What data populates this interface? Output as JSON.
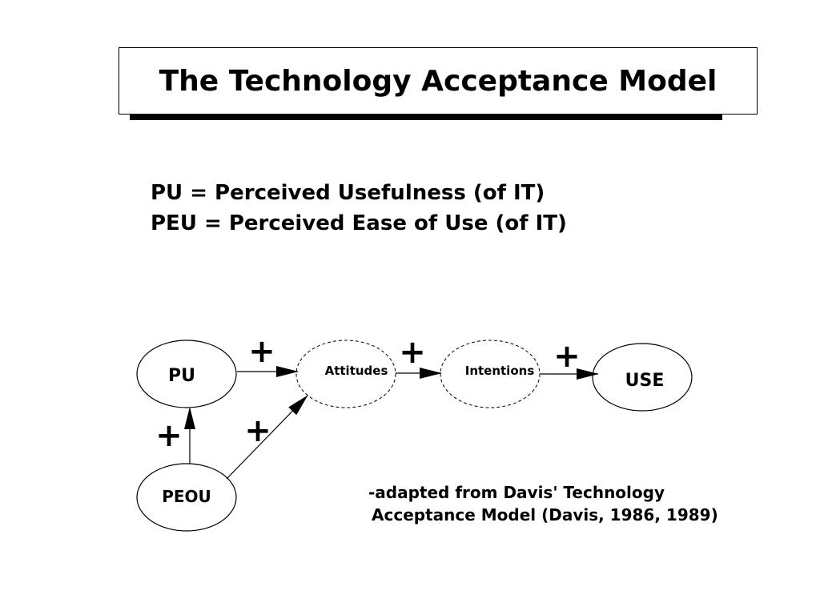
{
  "title": "The Technology Acceptance Model",
  "definitions": [
    "PU = Perceived Usefulness (of IT)",
    "PEU = Perceived Ease of Use (of IT)"
  ],
  "nodes": {
    "pu": "PU",
    "attitudes": "Attitudes",
    "intentions": "Intentions",
    "use": "USE",
    "peou": "PEOU"
  },
  "signs": {
    "pu_to_attitudes": "+",
    "attitudes_to_intentions": "+",
    "intentions_to_use": "+",
    "peou_to_pu": "+",
    "peou_to_attitudes": "+"
  },
  "citation": [
    "-adapted from Davis' Technology",
    "Acceptance Model (Davis, 1986, 1989)"
  ]
}
